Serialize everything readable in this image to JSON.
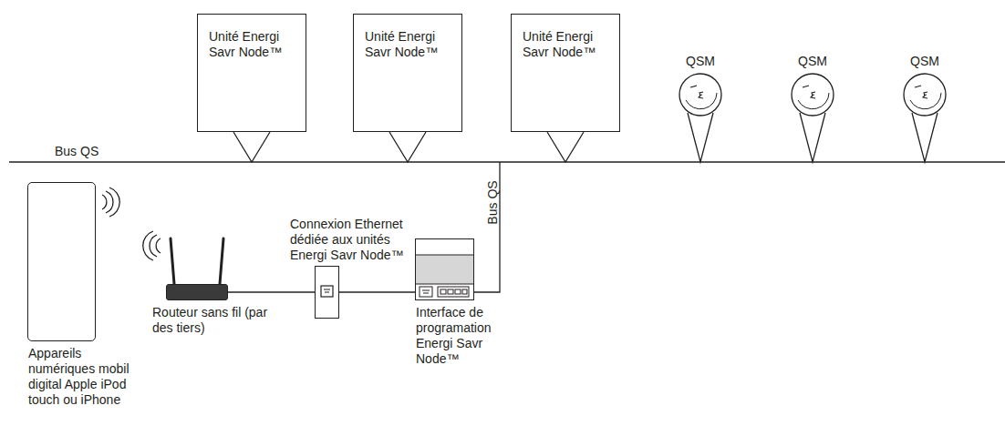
{
  "diagram": {
    "nodes": [
      {
        "text": [
          "Unité Energi Savr Node™"
        ]
      },
      {
        "text": [
          "Unité Energi Savr Node™"
        ]
      },
      {
        "text": [
          "Unité Energi Savr Node™"
        ]
      },
      {
        "text": [
          "QSM"
        ]
      },
      {
        "text": [
          "QSM"
        ]
      },
      {
        "text": [
          "QSM"
        ]
      },
      {
        "text": [
          "Appareils numériques mobil digital Apple iPod touch ou iPhone"
        ]
      },
      {
        "text": [
          "Routeur sans fil (par des tiers)"
        ]
      },
      {
        "text": [
          "Connexion Ethernet dédiée aux unités Energi Savr Node™"
        ]
      },
      {
        "text": [
          "Interface de programation Energi Savr Node™"
        ]
      }
    ],
    "edges": [
      {
        "from": 7,
        "to": 8,
        "arrow": "none"
      },
      {
        "from": 8,
        "to": 9,
        "arrow": "none"
      }
    ],
    "labels": [
      "Bus QS",
      "Bus QS"
    ]
  }
}
